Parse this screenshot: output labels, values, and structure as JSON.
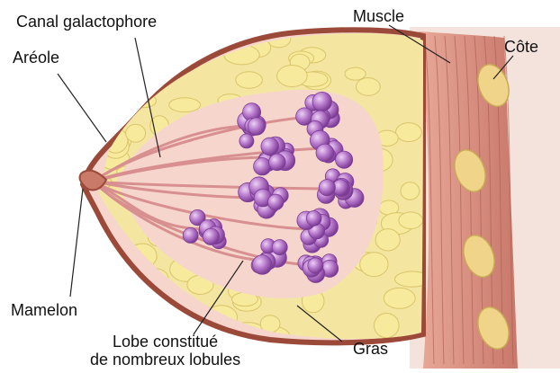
{
  "labels": {
    "canal": "Canal galactophore",
    "areole": "Aréole",
    "muscle": "Muscle",
    "cote": "Côte",
    "mamelon": "Mamelon",
    "lobe_line1": "Lobe constitué",
    "lobe_line2": "de nombreux lobules",
    "gras": "Gras"
  },
  "colors": {
    "skin": "#9b4a3a",
    "tissue": "#f6d6cc",
    "fat": "#f4e6a0",
    "fat_stroke": "#d9c46a",
    "muscle": "#d98f7f",
    "rib": "#efd48a",
    "lobule": "#b476c9",
    "lobule_dark": "#8a4aa3",
    "duct": "#e9a6a6",
    "leader": "#222222"
  }
}
